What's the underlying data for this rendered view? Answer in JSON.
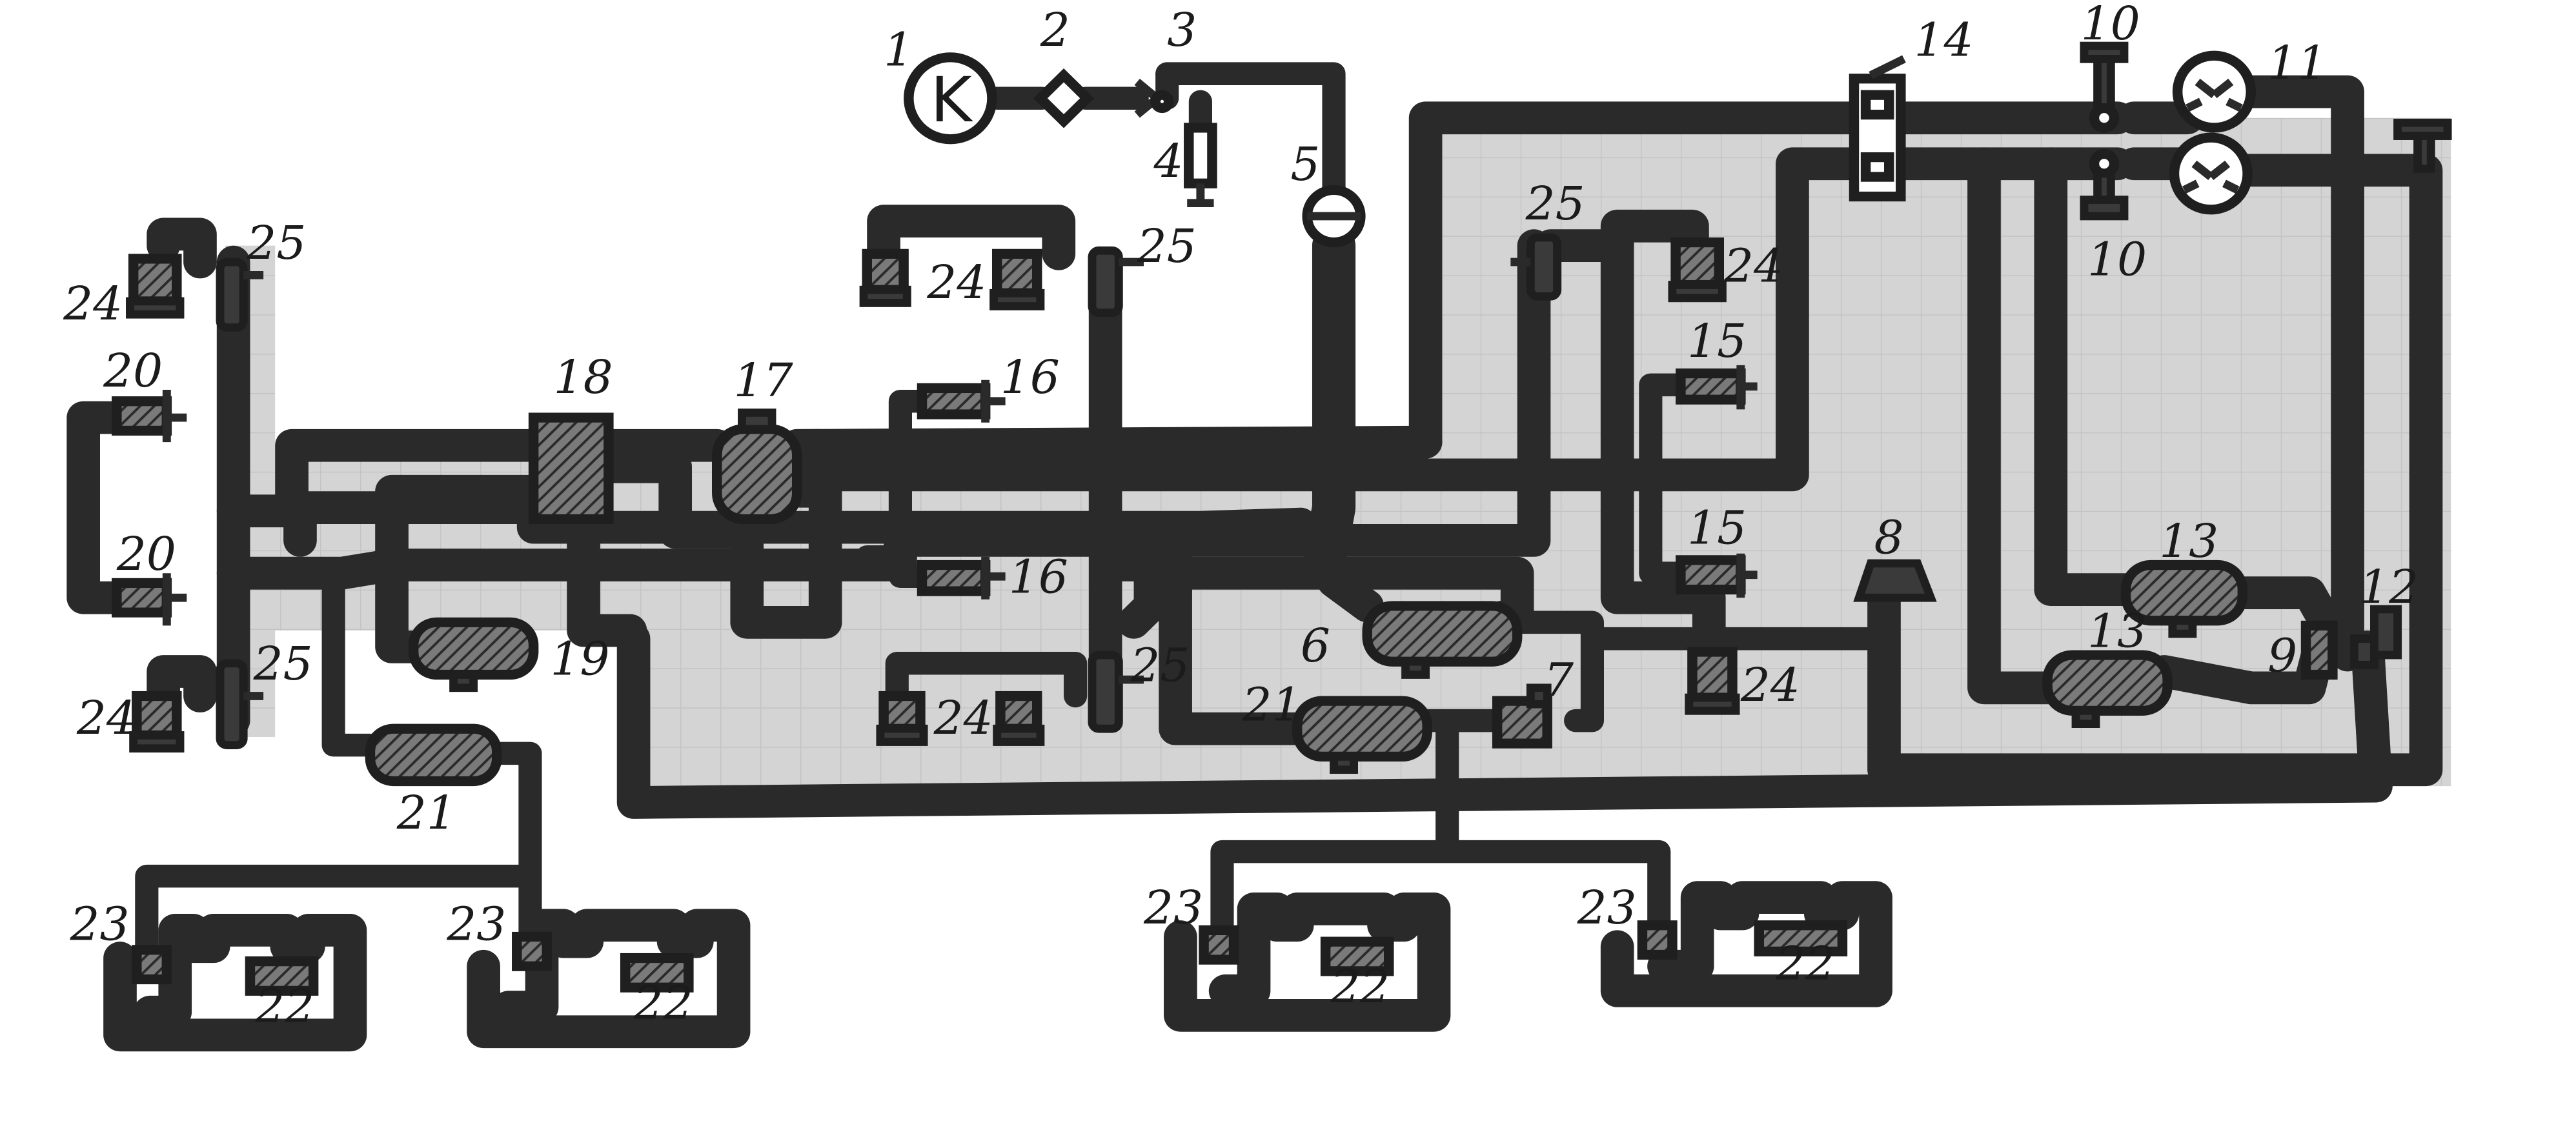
{
  "compressor_letter": "K",
  "labels": {
    "l1": "1",
    "l2": "2",
    "l3": "3",
    "l4": "4",
    "l5": "5",
    "l6": "6",
    "l7": "7",
    "l8": "8",
    "l9": "9",
    "l10a": "10",
    "l10b": "10",
    "l11": "11",
    "l12": "12",
    "l13a": "13",
    "l13b": "13",
    "l14": "14",
    "l15a": "15",
    "l15b": "15",
    "l16a": "16",
    "l16b": "16",
    "l17": "17",
    "l18": "18",
    "l19": "19",
    "l20a": "20",
    "l20b": "20",
    "l21a": "21",
    "l21b": "21",
    "l22a": "22",
    "l22b": "22",
    "l22c": "22",
    "l22d": "22",
    "l23a": "23",
    "l23b": "23",
    "l23c": "23",
    "l23d": "23",
    "l24a": "24",
    "l24b": "24",
    "l24c": "24",
    "l24d": "24",
    "l24e": "24",
    "l24f": "24",
    "l25a": "25",
    "l25b": "25",
    "l25c": "25",
    "l25d": "25",
    "l25e": "25"
  },
  "colors": {
    "grid_area": "#d4d4d4",
    "grid_lines": "#c4c4c4",
    "pipe": "#2a2a2a",
    "hatch": "#3a3a3a",
    "ink": "#1b1b1b"
  }
}
